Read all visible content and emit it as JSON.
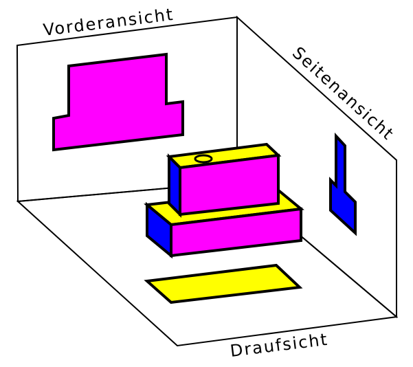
{
  "labels": {
    "front_view": "Vorderansicht",
    "side_view": "Seitenansicht",
    "top_view": "Draufsicht"
  },
  "colors": {
    "background": "#ffffff",
    "outline": "#000000",
    "front_face": "#ff00ff",
    "top_face": "#ffff00",
    "side_face": "#0000ff"
  }
}
